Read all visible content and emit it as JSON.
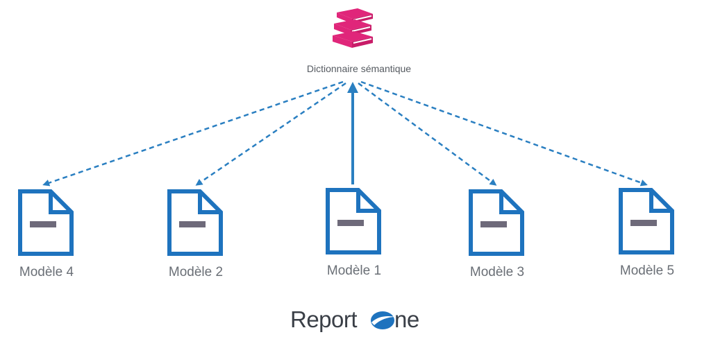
{
  "hub": {
    "label": "Dictionnaire sémantique",
    "icon": "books-stack-icon",
    "color": "#e0267a"
  },
  "models": [
    {
      "label": "Modèle 4",
      "link": "dashed"
    },
    {
      "label": "Modèle 2",
      "link": "dashed"
    },
    {
      "label": "Modèle 1",
      "link": "solid"
    },
    {
      "label": "Modèle 3",
      "link": "dashed"
    },
    {
      "label": "Modèle 5",
      "link": "dashed"
    }
  ],
  "colors": {
    "connector": "#2a7fc1",
    "document_outline": "#1e73be",
    "document_bar": "#6e6a7a",
    "label_text": "#6a6f76"
  },
  "brand": {
    "logo_text": "Report",
    "logo_suffix": "ne"
  }
}
